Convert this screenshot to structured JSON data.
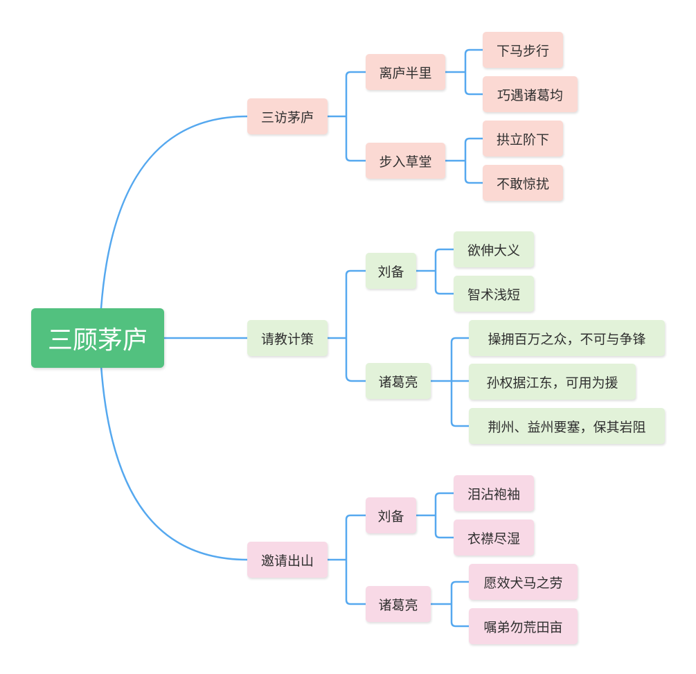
{
  "root": {
    "label": "三顾茅庐"
  },
  "branches": [
    {
      "label": "三访茅庐",
      "children": [
        {
          "label": "离庐半里",
          "children": [
            {
              "label": "下马步行"
            },
            {
              "label": "巧遇诸葛均"
            }
          ]
        },
        {
          "label": "步入草堂",
          "children": [
            {
              "label": "拱立阶下"
            },
            {
              "label": "不敢惊扰"
            }
          ]
        }
      ]
    },
    {
      "label": "请教计策",
      "children": [
        {
          "label": "刘备",
          "children": [
            {
              "label": "欲伸大义"
            },
            {
              "label": "智术浅短"
            }
          ]
        },
        {
          "label": "诸葛亮",
          "children": [
            {
              "label": "操拥百万之众，不可与争锋"
            },
            {
              "label": "孙权据江东，可用为援"
            },
            {
              "label": "荆州、益州要塞，保其岩阻"
            }
          ]
        }
      ]
    },
    {
      "label": "邀请出山",
      "children": [
        {
          "label": "刘备",
          "children": [
            {
              "label": "泪沾袍袖"
            },
            {
              "label": "衣襟尽湿"
            }
          ]
        },
        {
          "label": "诸葛亮",
          "children": [
            {
              "label": "愿效犬马之劳"
            },
            {
              "label": "嘱弟勿荒田亩"
            }
          ]
        }
      ]
    }
  ],
  "colors": {
    "root": "#52c17f",
    "branch_1": "#fbd9d3",
    "branch_2": "#e2f2d9",
    "branch_3": "#f8d9e6",
    "connector": "#55a8ef"
  }
}
